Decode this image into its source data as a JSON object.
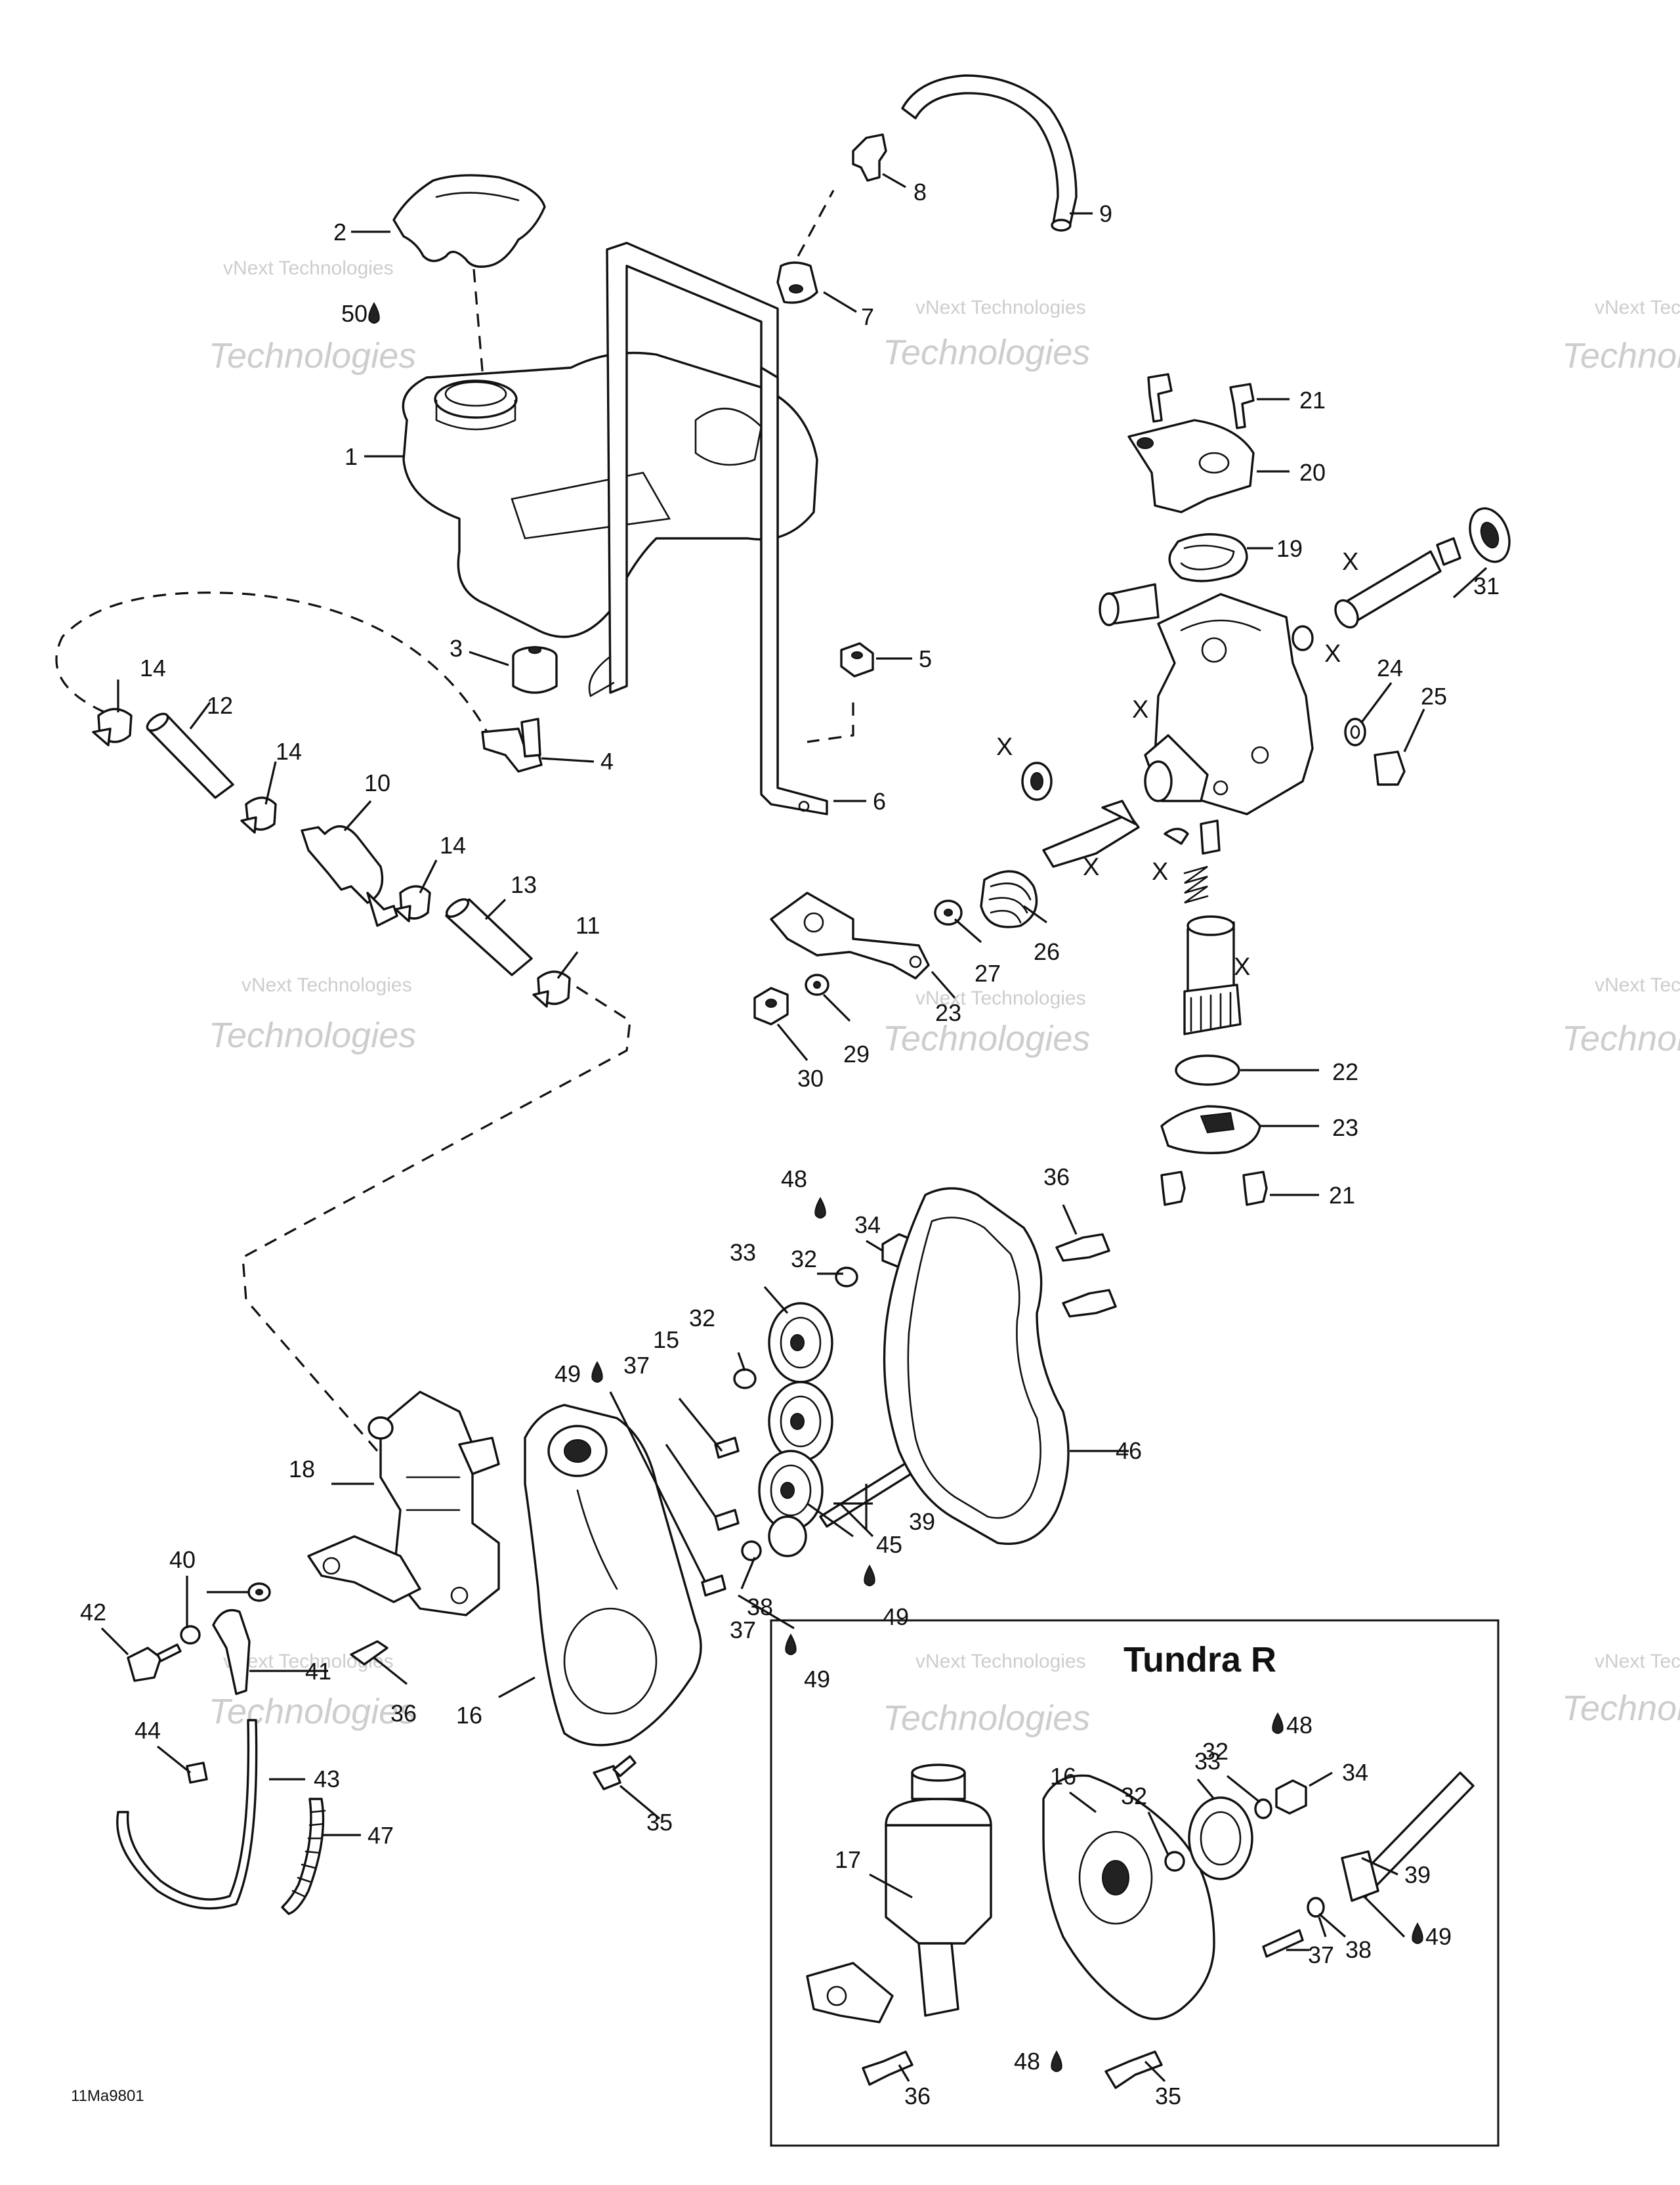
{
  "diagram": {
    "reference_code": "11Ma9801",
    "inset_title": "Tundra R",
    "watermark_small": "vNext Technologies",
    "watermark_large": "Technologies",
    "watermark_small_top": "vNext",
    "part_labels": {
      "n1": "1",
      "n2": "2",
      "n3": "3",
      "n4": "4",
      "n5": "5",
      "n6": "6",
      "n7": "7",
      "n8": "8",
      "n9": "9",
      "n10": "10",
      "n11": "11",
      "n12": "12",
      "n13": "13",
      "n14a": "14",
      "n14b": "14",
      "n14c": "14",
      "n15": "15",
      "n16": "16",
      "n18": "18",
      "n19": "19",
      "n20": "20",
      "n21a": "21",
      "n21b": "21",
      "n22": "22",
      "n23a": "23",
      "n23b": "23",
      "n24": "24",
      "n25": "25",
      "n26": "26",
      "n27": "27",
      "n29": "29",
      "n30": "30",
      "n31": "31",
      "n32a": "32",
      "n32b": "32",
      "n33": "33",
      "n34": "34",
      "n35": "35",
      "n36a": "36",
      "n36b": "36",
      "n37a": "37",
      "n37b": "37",
      "n38": "38",
      "n39": "39",
      "n40": "40",
      "n41": "41",
      "n42": "42",
      "n43": "43",
      "n44": "44",
      "n45": "45",
      "n46": "46",
      "n47": "47",
      "n48": "48",
      "n49a": "49",
      "n49b": "49",
      "n49c": "49",
      "n50": "50"
    },
    "inset_labels": {
      "i16": "16",
      "i17": "17",
      "i32a": "32",
      "i32b": "32",
      "i33": "33",
      "i34": "34",
      "i35": "35",
      "i36": "36",
      "i37": "37",
      "i38": "38",
      "i39": "39",
      "i48a": "48",
      "i48b": "48",
      "i49": "49"
    },
    "x_mark": "X"
  }
}
